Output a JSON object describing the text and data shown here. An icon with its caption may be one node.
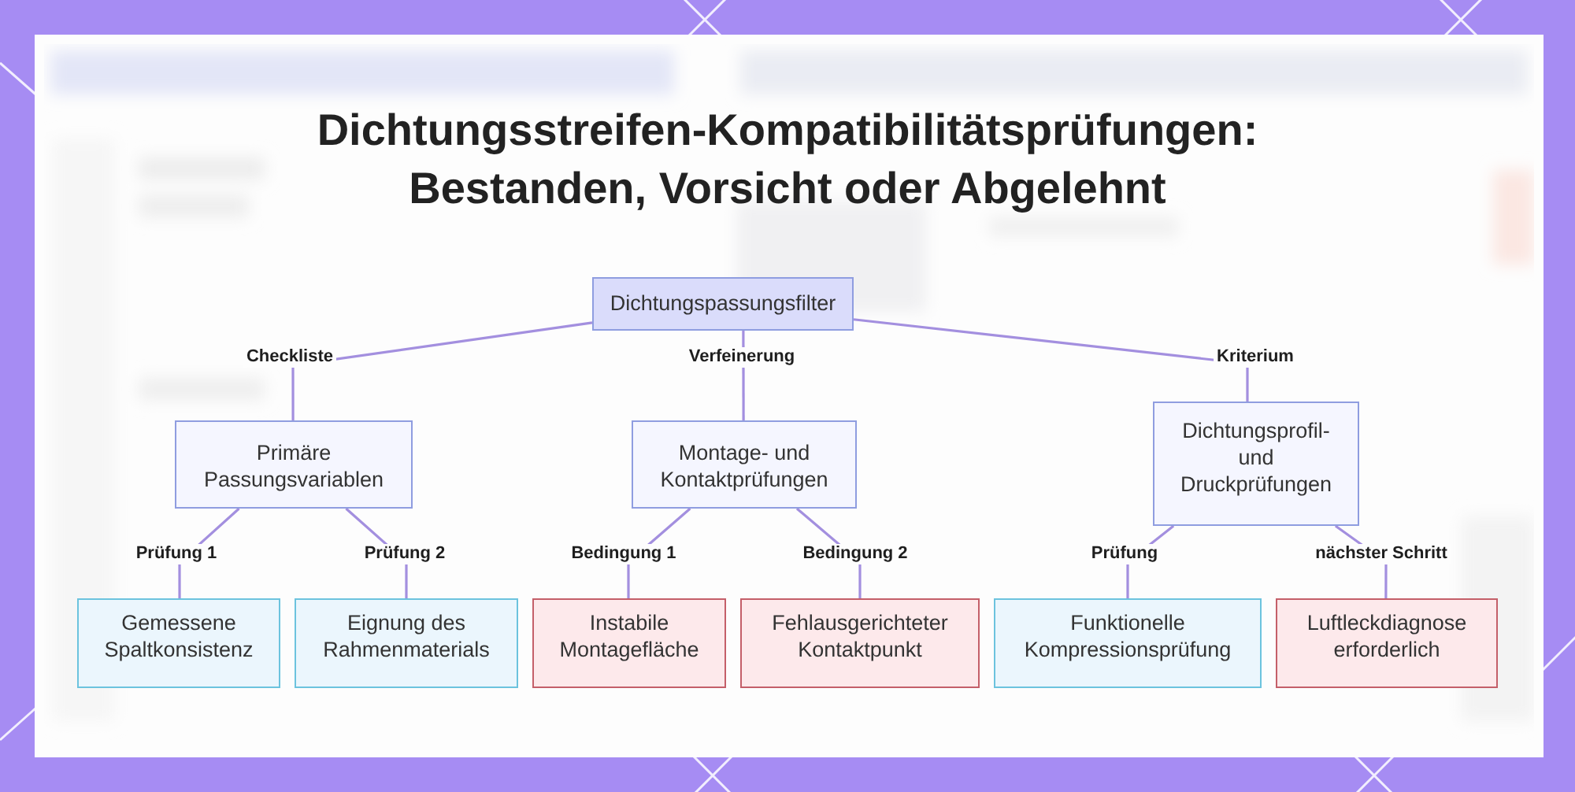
{
  "diagram": {
    "title": "Dichtungsstreifen-Kompatibilitätsprüfungen: Bestanden, Vorsicht oder Abgelehnt",
    "nodes": [
      {
        "text": [
          "Dichtungspassungsfilter"
        ]
      },
      {
        "text": [
          "Primäre Passungsvariablen"
        ]
      },
      {
        "text": [
          "Montage- und Kontaktprüfungen"
        ]
      },
      {
        "text": [
          "Dichtungsprofil- und Druckprüfungen"
        ]
      },
      {
        "text": [
          "Gemessene Spaltkonsistenz"
        ]
      },
      {
        "text": [
          "Eignung des Rahmenmaterials"
        ]
      },
      {
        "text": [
          "Instabile Montagefläche"
        ]
      },
      {
        "text": [
          "Fehlausgerichteter Kontaktpunkt"
        ]
      },
      {
        "text": [
          "Funktionelle Kompressionsprüfung"
        ]
      },
      {
        "text": [
          "Luftleckdiagnose erforderlich"
        ]
      }
    ],
    "edges": [
      {
        "from": 0,
        "to": 1,
        "arrow": "none",
        "label": "Checkliste"
      },
      {
        "from": 0,
        "to": 2,
        "arrow": "none",
        "label": "Verfeinerung"
      },
      {
        "from": 0,
        "to": 3,
        "arrow": "none",
        "label": "Kriterium"
      },
      {
        "from": 1,
        "to": 4,
        "arrow": "none",
        "label": "Prüfung 1"
      },
      {
        "from": 1,
        "to": 5,
        "arrow": "none",
        "label": "Prüfung 2"
      },
      {
        "from": 2,
        "to": 6,
        "arrow": "none",
        "label": "Bedingung 1"
      },
      {
        "from": 2,
        "to": 7,
        "arrow": "none",
        "label": "Bedingung 2"
      },
      {
        "from": 3,
        "to": 8,
        "arrow": "none",
        "label": "Prüfung"
      },
      {
        "from": 3,
        "to": 9,
        "arrow": "none",
        "label": "nächster Schritt"
      }
    ]
  }
}
